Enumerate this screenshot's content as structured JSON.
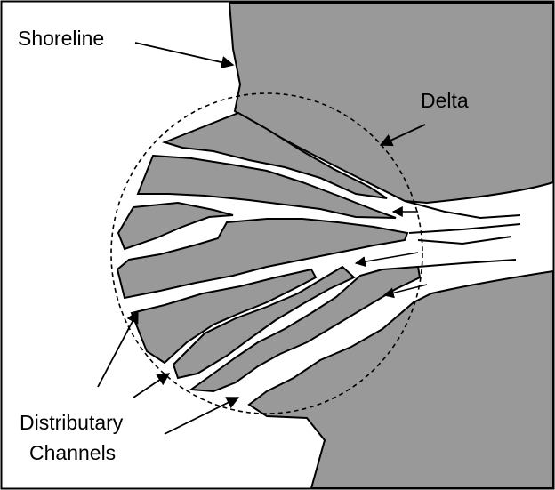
{
  "labels": {
    "shoreline": "Shoreline",
    "delta": "Delta",
    "distributary_line1": "Distributary",
    "distributary_line2": "Channels"
  },
  "colors": {
    "land": "#999999",
    "water": "#ffffff",
    "outline": "#000000",
    "text": "#000000"
  }
}
